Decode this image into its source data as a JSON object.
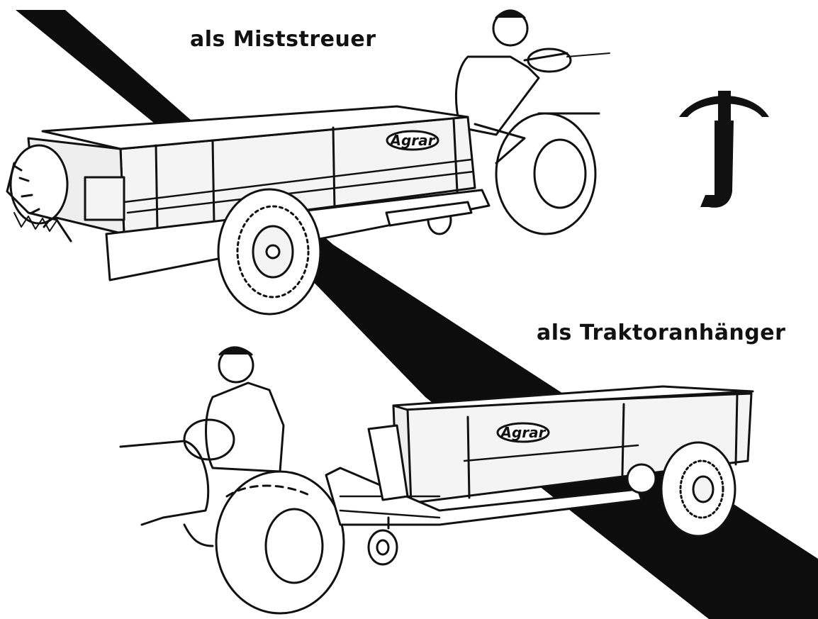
{
  "captions": {
    "manure_spreader": "als Miststreuer",
    "tractor_trailer": "als Traktoranhänger"
  },
  "brand": {
    "name": "Agrar"
  },
  "colors": {
    "ink": "#111111",
    "paper": "#ffffff",
    "road": "#0d0d0d",
    "fill": "#f4f4f4"
  },
  "icons": {
    "logo": "crossbow-hook-logo",
    "wheel": "tractor-wheel",
    "caster": "caster-wheel"
  }
}
